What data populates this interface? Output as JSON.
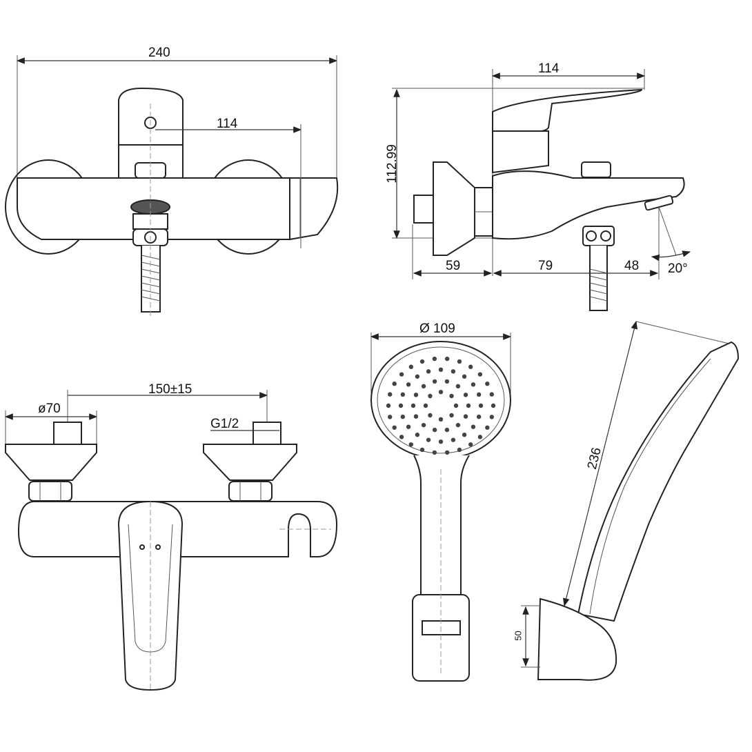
{
  "drawing": {
    "title": "Bath / shower mixer technical drawing",
    "views": {
      "top_view": {
        "dimensions": {
          "overall_width": "240",
          "lever_to_outlet": "114"
        }
      },
      "side_view": {
        "dimensions": {
          "height": "112.99",
          "lever_length": "114",
          "wall_to_body": "59",
          "body_to_hose": "79",
          "hose_to_spout": "48",
          "angle": "20°"
        }
      },
      "front_view": {
        "dimensions": {
          "flange_diameter": "ø70",
          "centers": "150±15",
          "thread": "G1/2"
        }
      },
      "hand_shower_front": {
        "dimensions": {
          "head_diameter": "Ø 109"
        }
      },
      "hand_shower_side": {
        "dimensions": {
          "length": "236",
          "holder_height": "50"
        }
      }
    }
  },
  "colors": {
    "line": "#222222",
    "dim": "#333333",
    "center": "#999999",
    "background": "#ffffff"
  }
}
